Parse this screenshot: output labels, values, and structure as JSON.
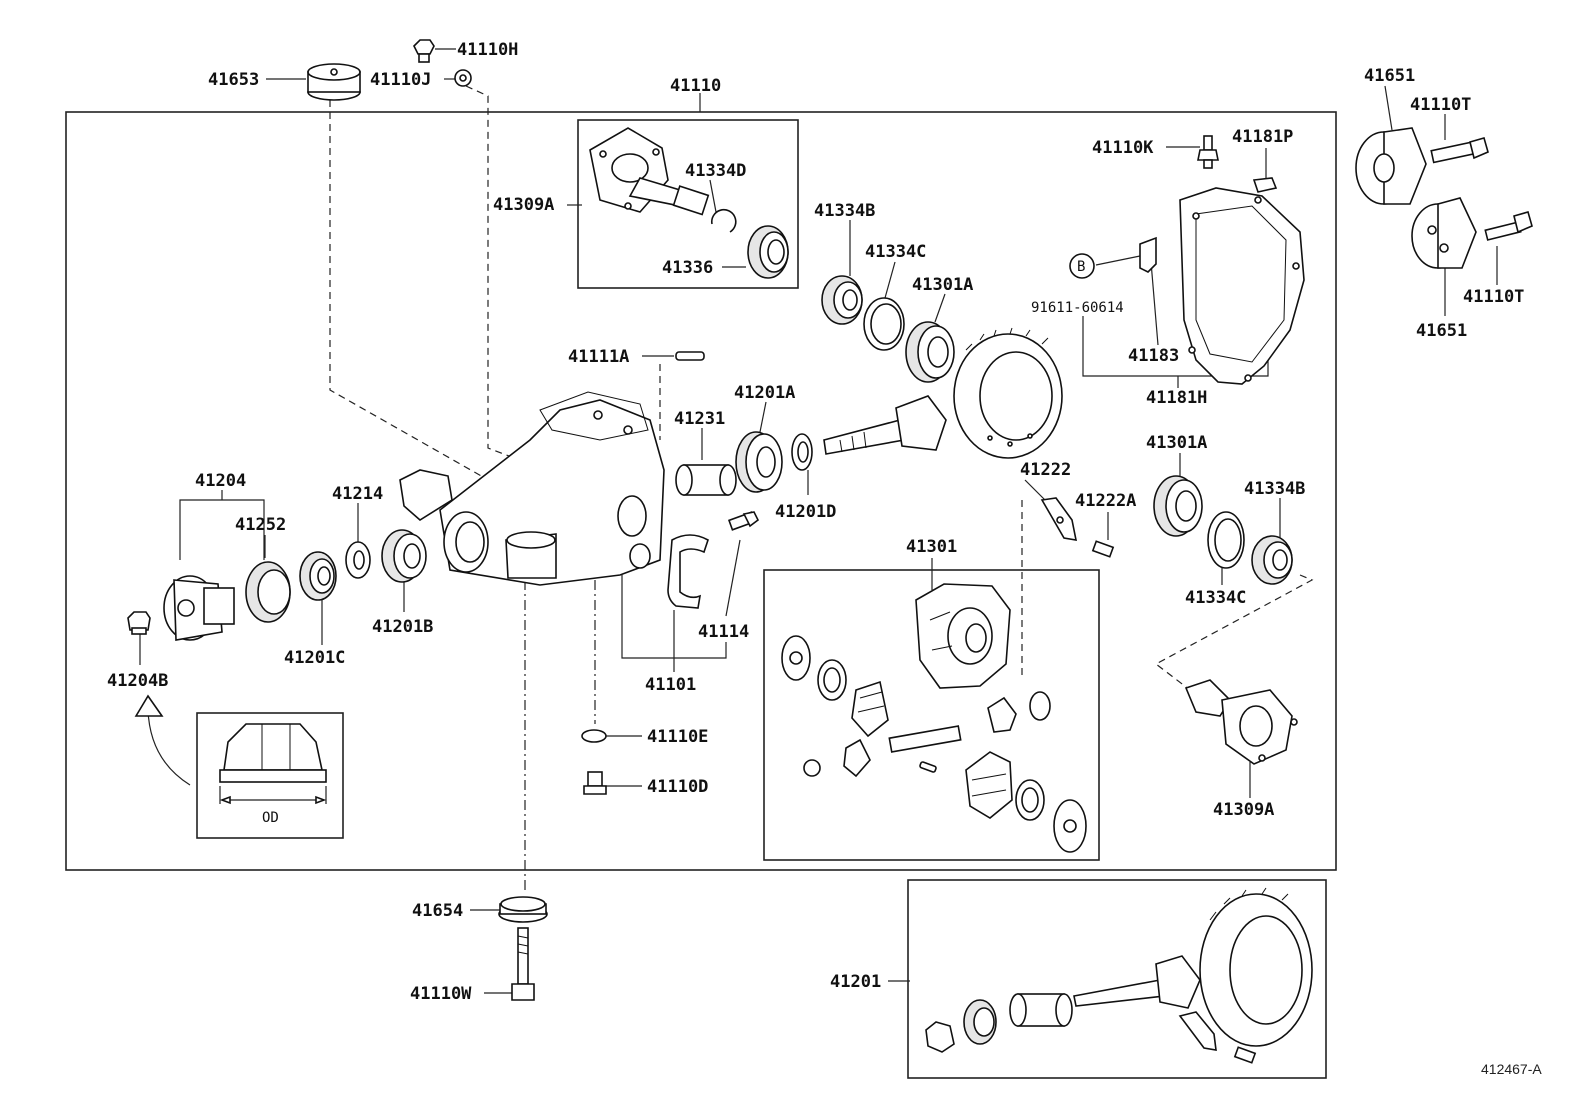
{
  "labels": {
    "p41110H": "41110H",
    "p41653": "41653",
    "p41110J": "41110J",
    "p41110": "41110",
    "p41309A_top": "41309A",
    "p41334D": "41334D",
    "p41336": "41336",
    "p41334B_top": "41334B",
    "p41334C_top": "41334C",
    "p41301A_top": "41301A",
    "p41111A": "41111A",
    "p41231": "41231",
    "p41201A": "41201A",
    "p41201D": "41201D",
    "p41204": "41204",
    "p41252": "41252",
    "p41214": "41214",
    "p41201B": "41201B",
    "p41201C": "41201C",
    "p41204B": "41204B",
    "p41114": "41114",
    "p41101": "41101",
    "p41110E": "41110E",
    "p41110D": "41110D",
    "od": "OD",
    "p41222": "41222",
    "p41222A": "41222A",
    "p41301": "41301",
    "p41301A_right": "41301A",
    "p41334B_right": "41334B",
    "p41334C_right": "41334C",
    "p41309A_right": "41309A",
    "p41110K": "41110K",
    "p41181P": "41181P",
    "callout_b": "B",
    "p91611": "91611-60614",
    "p41183": "41183",
    "p41181H": "41181H",
    "p41651_top": "41651",
    "p41110T_top": "41110T",
    "p41110T_bottom": "41110T",
    "p41651_bottom": "41651",
    "p41654": "41654",
    "p41110W": "41110W",
    "p41201": "41201",
    "ref": "412467-A"
  }
}
